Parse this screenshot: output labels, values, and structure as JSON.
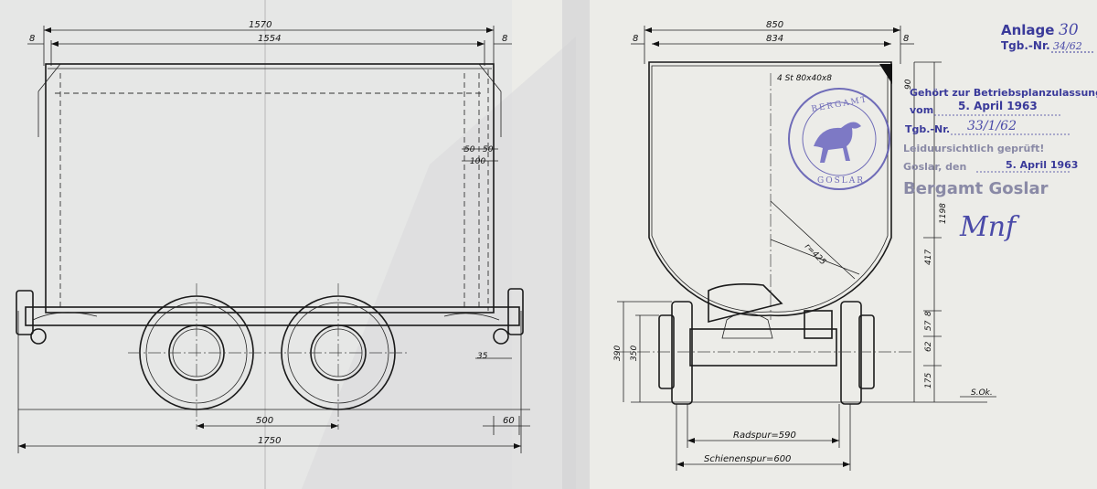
{
  "left_view": {
    "dims": {
      "overall_top": "1570",
      "inner_top": "1554",
      "edge_left": "8",
      "edge_right": "8",
      "rib_a": "50",
      "rib_b": "50",
      "rib_total": "100",
      "frame_offset": "35",
      "wheelbase": "500",
      "overhang": "60",
      "overall_length": "1750"
    }
  },
  "right_view": {
    "dims": {
      "width_outer": "850",
      "width_inner": "834",
      "edge_left": "8",
      "edge_right": "8",
      "angle_spec": "4 St 80x40x8",
      "height_total": "1198",
      "top_rim": "90",
      "radius": "r=425",
      "h417": "417",
      "h57": "57",
      "h8": "8",
      "h62": "62",
      "h175": "175",
      "h390": "390",
      "h350": "350",
      "rail_top": "S.Ok.",
      "wheel_gauge": "Radspur=590",
      "track_gauge": "Schienenspur=600"
    }
  },
  "annex": {
    "label": "Anlage",
    "number": "30",
    "tgb_label": "Tgb.-Nr.",
    "tgb_value": "34/62"
  },
  "approval_stamp": {
    "line1": "Gehört zur Betriebsplanzulassung",
    "vom_label": "vom",
    "vom_date": "5. April 1963",
    "tgb_label": "Tgb.-Nr.",
    "tgb_value": "33/1/62",
    "checked": "Leiduursichtlich geprüft!",
    "place_label": "Goslar, den",
    "place_date": "5. April 1963",
    "authority": "Bergamt Goslar",
    "signature": "Mnf"
  },
  "seal": {
    "top_text": "BERGAMT",
    "bottom_text": "GOSLAR"
  },
  "colors": {
    "paper": "#ecece8",
    "ink": "#1a1a1a",
    "stamp": "#3a3a9a"
  }
}
